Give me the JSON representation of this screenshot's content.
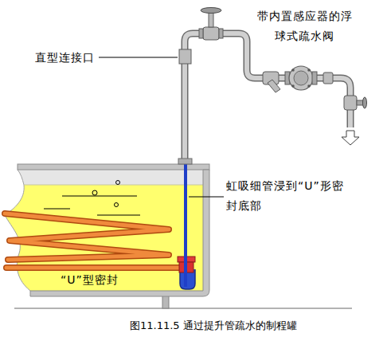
{
  "diagram": {
    "caption": "图11.11.5 通过提升管疏水的制程罐",
    "labels": [
      "带内置感应器的浮 球式疏水阀",
      "直型连接口",
      "虹吸细管浸到“U”形密 封底部",
      "“U”型密封"
    ]
  }
}
